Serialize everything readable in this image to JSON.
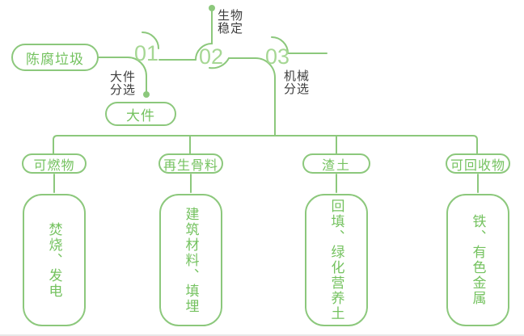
{
  "colors": {
    "line_green": "#8cc87c",
    "text_green": "#74c25f",
    "number_green": "#a6d794",
    "label_dark": "#3d3d3d"
  },
  "diagram": {
    "source": {
      "label": "陈腐垃圾"
    },
    "steps": [
      {
        "number": "01",
        "label_lines": [
          "大件",
          "分选"
        ],
        "output": "大件"
      },
      {
        "number": "02",
        "label_lines": [
          "生物",
          "稳定"
        ]
      },
      {
        "number": "03",
        "label_lines": [
          "机械",
          "分选"
        ]
      }
    ],
    "branches": [
      {
        "category": "可燃物",
        "result": "焚烧、发电"
      },
      {
        "category": "再生骨料",
        "result": "建筑材料、填埋"
      },
      {
        "category": "渣土",
        "result": "回填、绿化营养土"
      },
      {
        "category": "可回收物",
        "result": "铁、有色金属"
      }
    ]
  }
}
